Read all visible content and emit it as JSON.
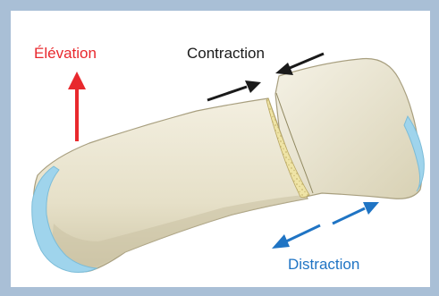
{
  "labels": {
    "elevation": "Élévation",
    "contraction": "Contraction",
    "distraction": "Distraction"
  },
  "colors": {
    "frame": "#a9bfd6",
    "bone": "#e8e3cf",
    "bone_shadow": "#c9c2a4",
    "cartilage": "#9fd4ec",
    "fracture": "#efe3a0",
    "elevation": "#e8282d",
    "contraction": "#1a1a1a",
    "distraction": "#1f74c4"
  }
}
